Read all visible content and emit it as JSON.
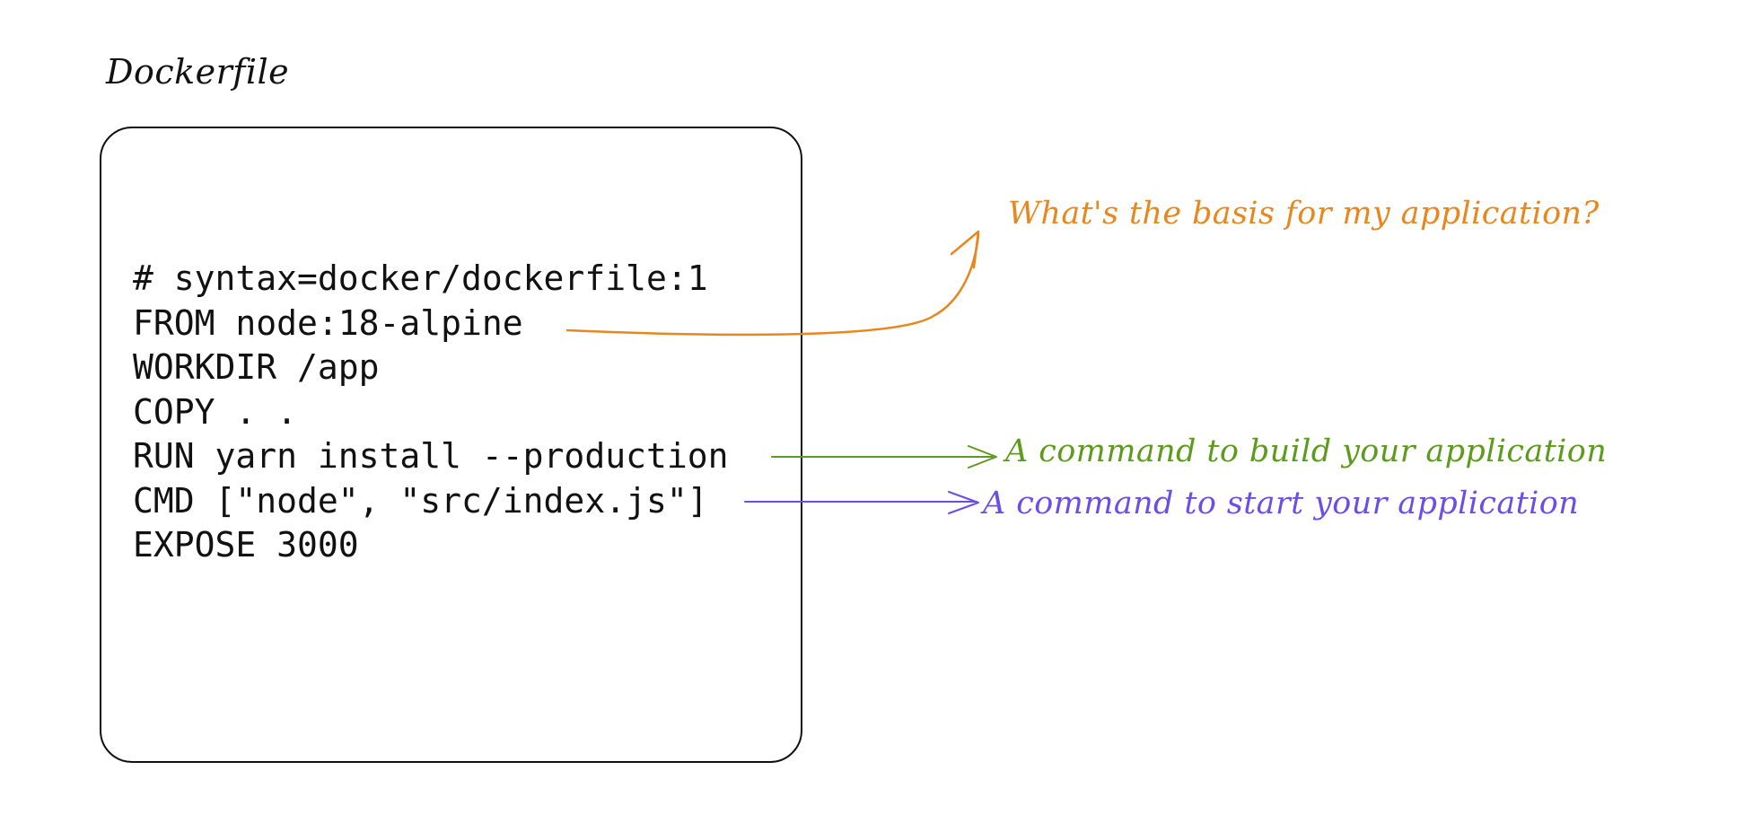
{
  "diagram": {
    "title": "Dockerfile",
    "code_lines": [
      "# syntax=docker/dockerfile:1",
      "FROM node:18-alpine",
      "WORKDIR /app",
      "COPY . .",
      "RUN yarn install --production",
      "CMD [\"node\", \"src/index.js\"]",
      "EXPOSE 3000"
    ],
    "annotations": {
      "base": {
        "text": "What's the basis for my application?",
        "color": "#e8871e"
      },
      "build": {
        "text": "A command to build your application",
        "color": "#5c9b1c"
      },
      "start": {
        "text": "A command to start your application",
        "color": "#6c4ee6"
      }
    }
  }
}
